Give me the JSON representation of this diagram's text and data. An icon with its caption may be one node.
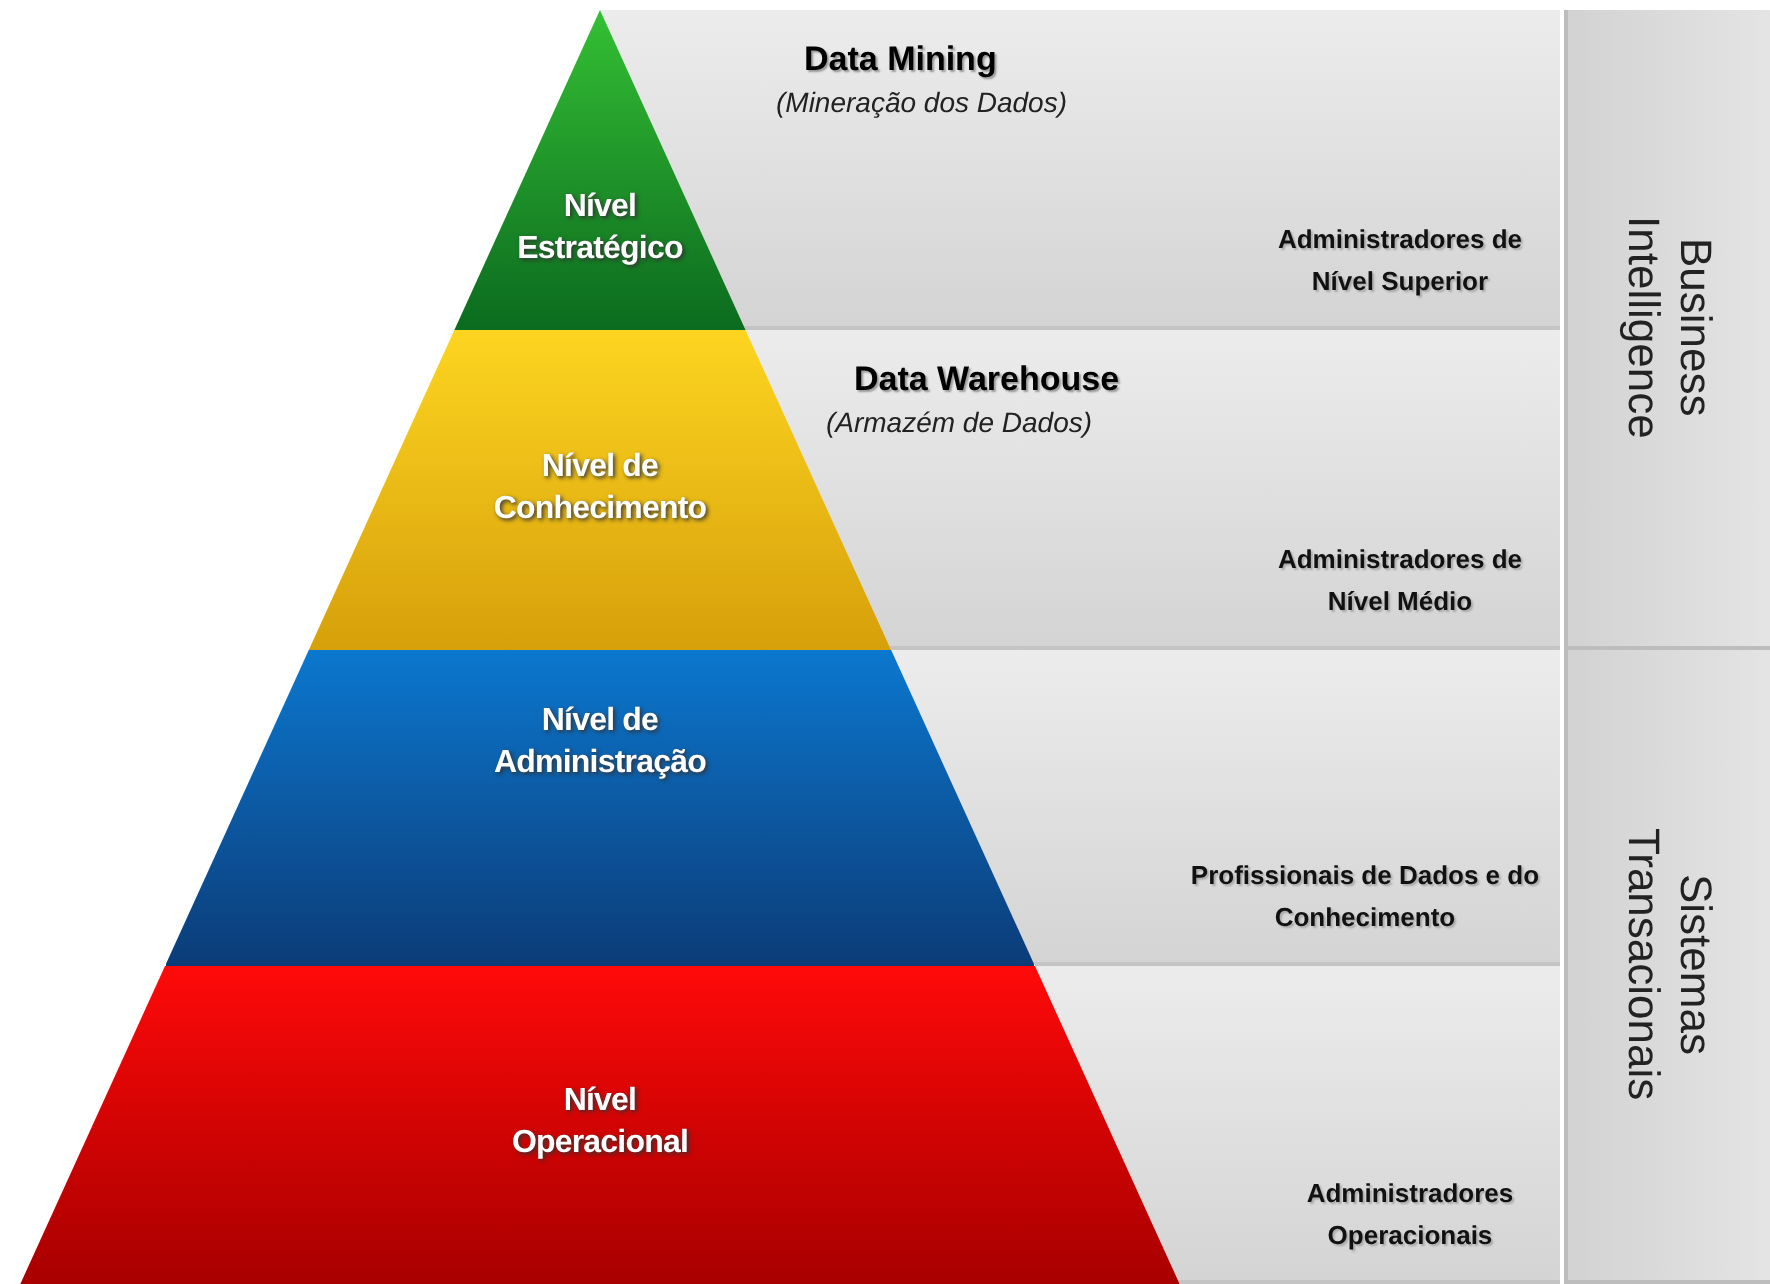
{
  "diagram": {
    "nodes": [
      {
        "text": [
          "Nível Estratégico"
        ]
      },
      {
        "text": [
          "Nível de Conhecimento"
        ]
      },
      {
        "text": [
          "Nível de Administração"
        ]
      },
      {
        "text": [
          "Nível Operacional"
        ]
      },
      {
        "text": [
          "Data Mining",
          "(Mineração dos Dados)",
          "Administradores de Nível Superior"
        ]
      },
      {
        "text": [
          "Data Warehouse",
          "(Armazém de Dados)",
          "Administradores de Nível Médio"
        ]
      },
      {
        "text": [
          "Profissionais de Dados e do Conhecimento"
        ]
      },
      {
        "text": [
          "Administradores Operacionais"
        ]
      },
      {
        "text": [
          "Business Intelligence"
        ]
      },
      {
        "text": [
          "Sistemas Transacionais"
        ]
      }
    ]
  }
}
